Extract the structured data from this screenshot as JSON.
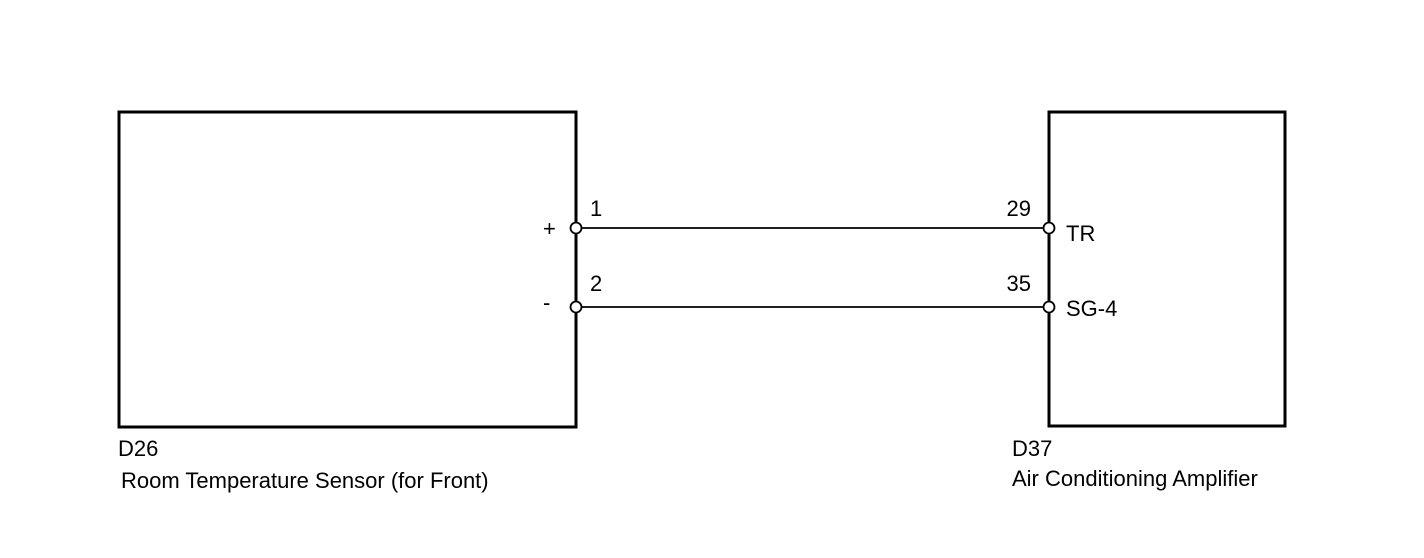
{
  "diagram": {
    "components": {
      "left": {
        "code": "D26",
        "name": "Room Temperature Sensor (for Front)"
      },
      "right": {
        "code": "D37",
        "name": "Air Conditioning Amplifier"
      }
    },
    "connections": [
      {
        "from_pin": "1",
        "from_polarity": "+",
        "to_pin": "29",
        "to_signal": "TR"
      },
      {
        "from_pin": "2",
        "from_polarity": "-",
        "to_pin": "35",
        "to_signal": "SG-4"
      }
    ],
    "colors": {
      "line": "#000000",
      "background": "#ffffff"
    }
  }
}
